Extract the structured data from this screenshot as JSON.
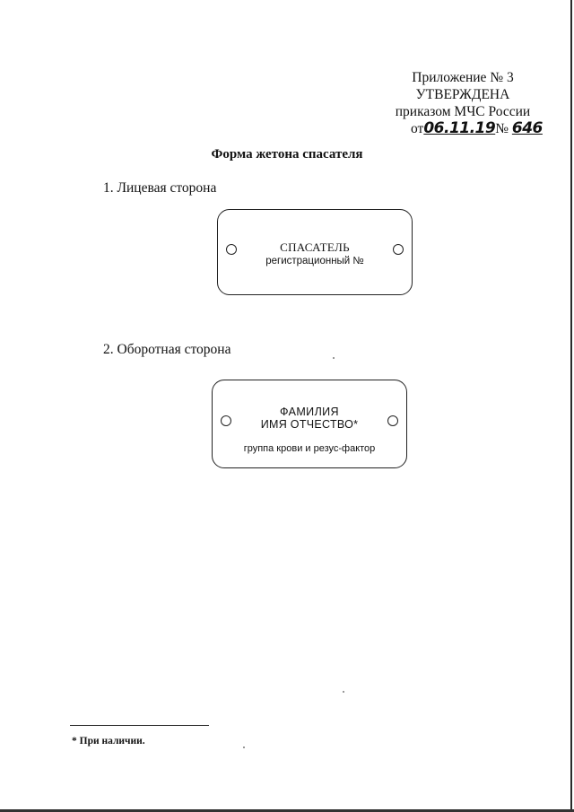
{
  "header": {
    "appendix": "Приложение № 3",
    "approved": "УТВЕРЖДЕНА",
    "order": "приказом МЧС России",
    "date_prefix": "от",
    "date_handwritten": "06.11.19",
    "number_prefix": "№",
    "number_handwritten": "646"
  },
  "title": "Форма жетона спасателя",
  "front": {
    "label": "1. Лицевая сторона",
    "line1": "СПАСАТЕЛЬ",
    "line2": "регистрационный №"
  },
  "back": {
    "label": "2. Оборотная сторона",
    "line1": "ФАМИЛИЯ",
    "line2": "ИМЯ ОТЧЕСТВО*",
    "line3": "группа крови и резус-фактор"
  },
  "footnote": "* При наличии."
}
